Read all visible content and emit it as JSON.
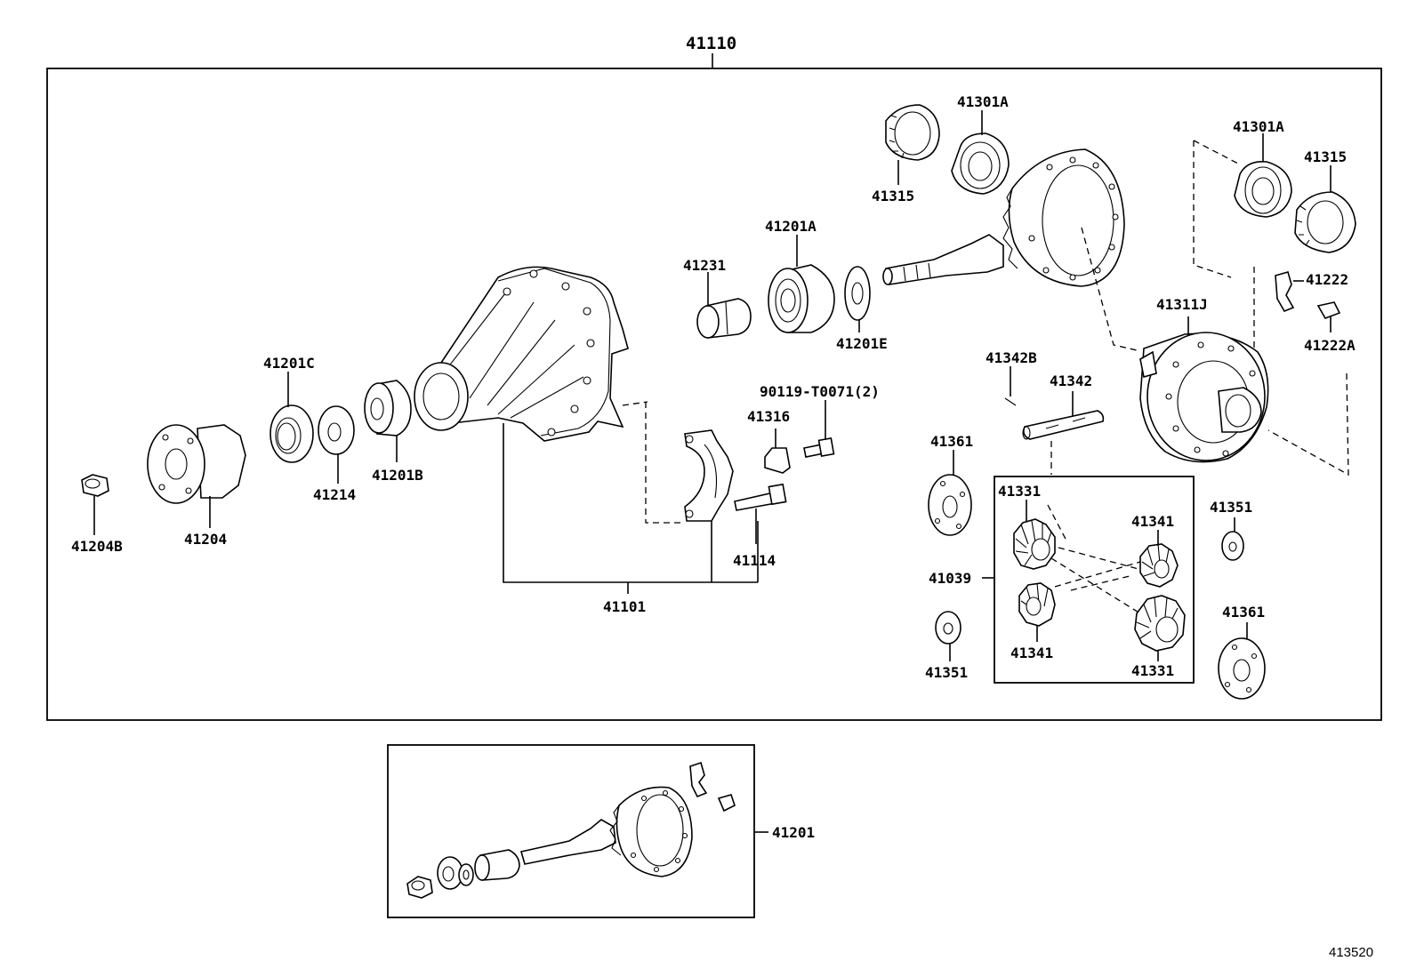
{
  "diagram_ref": "413520",
  "labels": {
    "l41110": "41110",
    "l41201": "41201",
    "l41204B": "41204B",
    "l41204": "41204",
    "l41201C": "41201C",
    "l41214": "41214",
    "l41201B": "41201B",
    "l41231": "41231",
    "l41201A": "41201A",
    "l41201E": "41201E",
    "l41315a": "41315",
    "l41301Aa": "41301A",
    "l41301Ab": "41301A",
    "l41315b": "41315",
    "l41222": "41222",
    "l41222A": "41222A",
    "l41311J": "41311J",
    "l41342B": "41342B",
    "l41342": "41342",
    "l90119": "90119-T0071(2)",
    "l41316": "41316",
    "l41114": "41114",
    "l41101": "41101",
    "l41361a": "41361",
    "l41039": "41039",
    "l41331a": "41331",
    "l41341a": "41341",
    "l41341b": "41341",
    "l41331b": "41331",
    "l41351a": "41351",
    "l41351b": "41351",
    "l41361b": "41361"
  },
  "icons": {
    "main_box": "assembly-frame",
    "sub_box": "ring-pinion-kit-frame"
  }
}
